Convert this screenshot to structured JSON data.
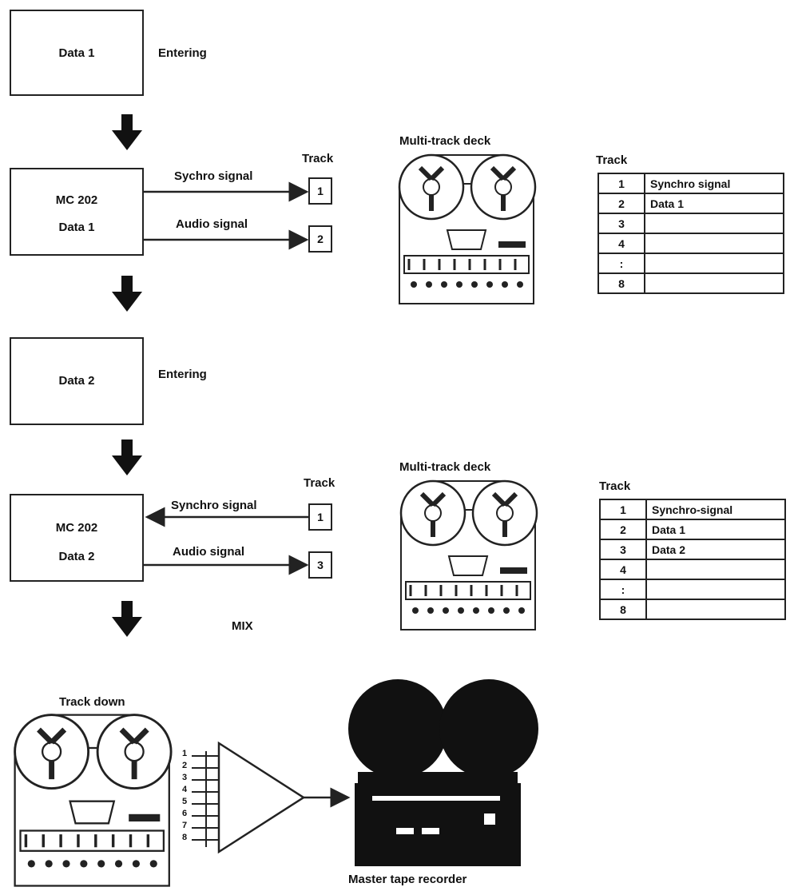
{
  "step1": {
    "box": "Data 1",
    "action": "Entering"
  },
  "step2": {
    "box_line1": "MC 202",
    "box_line2": "Data 1",
    "track_heading": "Track",
    "signal_a": "Sychro signal",
    "signal_b": "Audio signal",
    "track_a": "1",
    "track_b": "2",
    "deck_label": "Multi-track deck",
    "table_heading": "Track",
    "table": [
      {
        "n": "1",
        "v": "Synchro signal"
      },
      {
        "n": "2",
        "v": "Data 1"
      },
      {
        "n": "3",
        "v": ""
      },
      {
        "n": "4",
        "v": ""
      },
      {
        "n": ":",
        "v": ""
      },
      {
        "n": "8",
        "v": ""
      }
    ]
  },
  "step3": {
    "box": "Data 2",
    "action": "Entering"
  },
  "step4": {
    "box_line1": "MC 202",
    "box_line2": "Data 2",
    "track_heading": "Track",
    "signal_a": "Synchro signal",
    "signal_b": "Audio signal",
    "track_a": "1",
    "track_b": "3",
    "deck_label": "Multi-track deck",
    "table_heading": "Track",
    "table": [
      {
        "n": "1",
        "v": "Synchro-signal"
      },
      {
        "n": "2",
        "v": "Data 1"
      },
      {
        "n": "3",
        "v": "Data 2"
      },
      {
        "n": "4",
        "v": ""
      },
      {
        "n": ":",
        "v": ""
      },
      {
        "n": "8",
        "v": ""
      }
    ]
  },
  "step5": {
    "trackdown_label": "Track down",
    "mixer_label": "MIX",
    "mixer_inputs": [
      "1",
      "2",
      "3",
      "4",
      "5",
      "6",
      "7",
      "8"
    ],
    "master_label": "Master tape recorder"
  }
}
